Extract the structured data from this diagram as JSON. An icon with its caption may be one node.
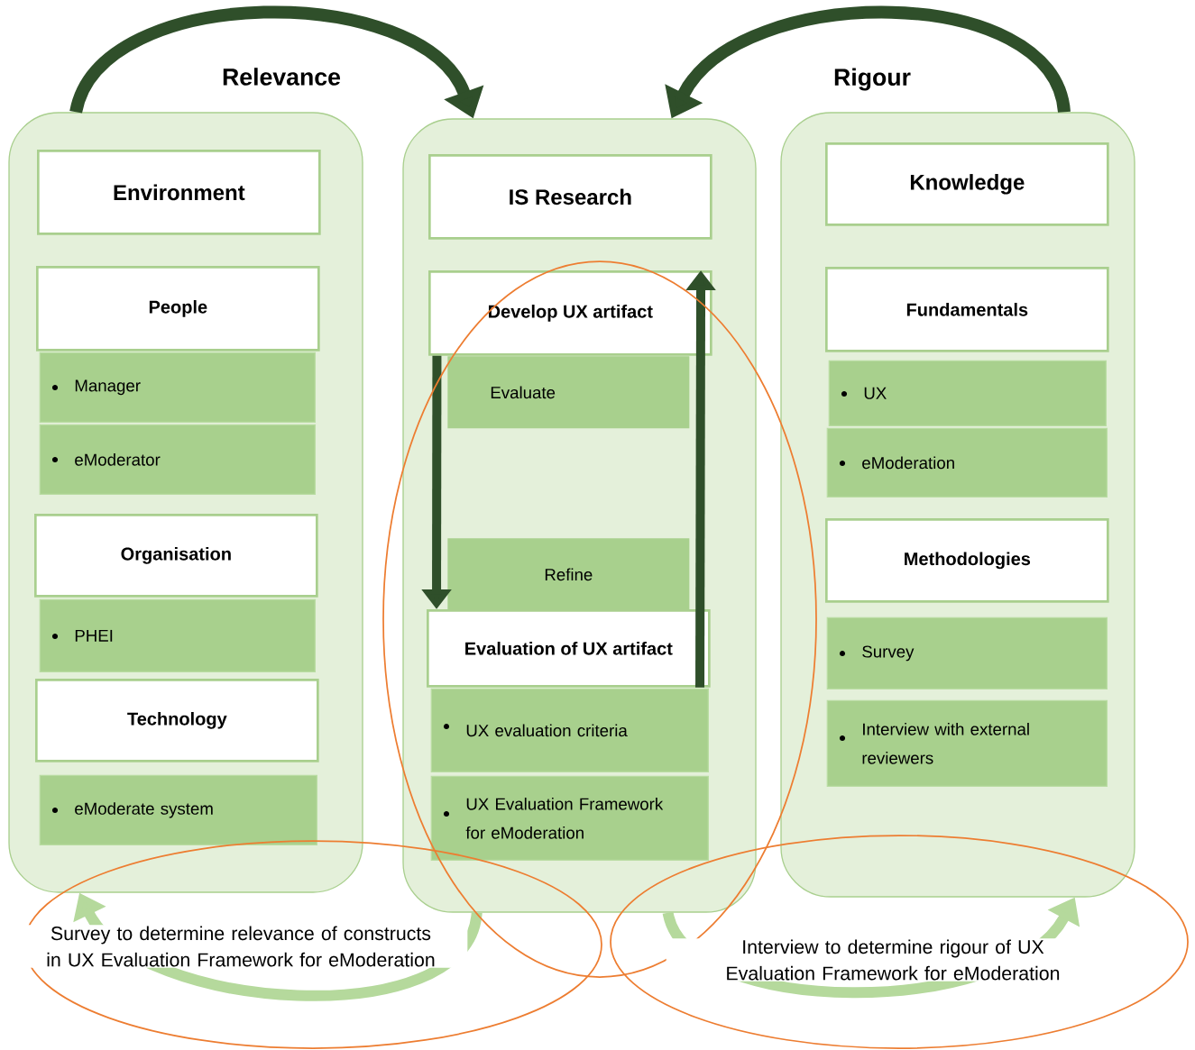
{
  "diagram": {
    "nodes": [
      {
        "text": [],
        "shape": "box"
      },
      {
        "text": [
          "Environment"
        ],
        "in": 0
      },
      {
        "text": [
          "People"
        ],
        "in": 0
      },
      {
        "text": [
          "Manager"
        ],
        "in": 0
      },
      {
        "text": [
          "eModerator"
        ],
        "in": 0
      },
      {
        "text": [
          "Organisation"
        ],
        "in": 0
      },
      {
        "text": [
          "PHEI"
        ],
        "in": 0
      },
      {
        "text": [
          "Technology"
        ],
        "in": 0
      },
      {
        "text": [
          "eModerate system"
        ],
        "in": 0
      },
      {
        "text": [],
        "shape": "box"
      },
      {
        "text": [
          "IS Research"
        ],
        "in": 9
      },
      {
        "text": [
          "Develop UX artifact"
        ],
        "in": 9
      },
      {
        "text": [
          "Evaluate"
        ],
        "in": 9
      },
      {
        "text": [
          "Refine"
        ],
        "in": 9
      },
      {
        "text": [
          "Evaluation of UX artifact"
        ],
        "in": 9
      },
      {
        "text": [
          "UX evaluation criteria"
        ],
        "in": 9
      },
      {
        "text": [
          "UX Evaluation Framework for eModeration"
        ],
        "in": 9
      },
      {
        "text": [],
        "shape": "box"
      },
      {
        "text": [
          "Knowledge"
        ],
        "in": 17
      },
      {
        "text": [
          "Fundamentals"
        ],
        "in": 17
      },
      {
        "text": [
          "UX"
        ],
        "in": 17
      },
      {
        "text": [
          "eModeration"
        ],
        "in": 17
      },
      {
        "text": [
          "Methodologies"
        ],
        "in": 17
      },
      {
        "text": [
          "Survey"
        ],
        "in": 17
      },
      {
        "text": [
          "Interview with external reviewers"
        ],
        "in": 17
      }
    ],
    "edges": [
      {
        "from": 0,
        "to": 9,
        "arrow": "to",
        "label": "Relevance"
      },
      {
        "from": 17,
        "to": 9,
        "arrow": "to",
        "label": "Rigour"
      },
      {
        "from": 11,
        "to": 14,
        "arrow": "to"
      },
      {
        "from": 14,
        "to": 11,
        "arrow": "to"
      },
      {
        "from": 9,
        "to": 0,
        "arrow": "to",
        "label": "Survey to determine relevance of constructs in UX Evaluation Framework for eModeration",
        "color": "#b5d99c"
      },
      {
        "from": 9,
        "to": 17,
        "arrow": "to",
        "label": "Interview to determine rigour of UX Evaluation Framework for eModeration",
        "color": "#b5d99c"
      }
    ]
  }
}
